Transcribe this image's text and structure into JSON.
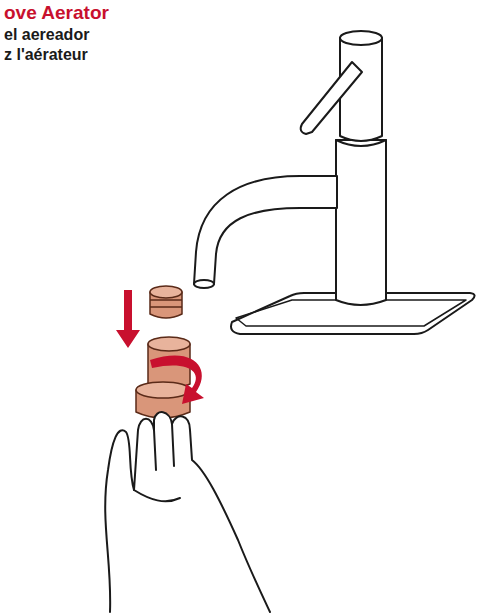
{
  "diagram": {
    "title": "ove Aerator",
    "labels": [
      "el aereador",
      "z l'aérateur"
    ]
  }
}
